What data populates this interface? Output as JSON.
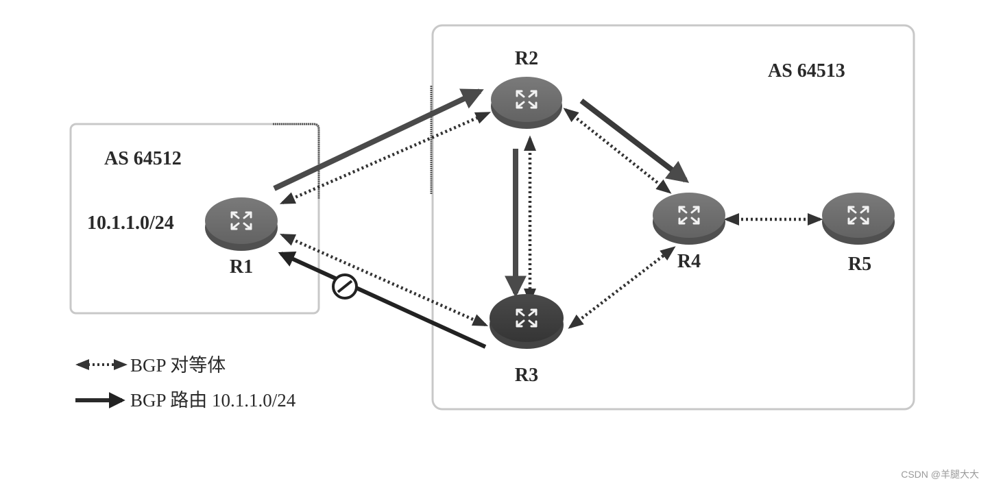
{
  "as_boxes": [
    {
      "id": "as64512",
      "label": "AS 64512"
    },
    {
      "id": "as64513",
      "label": "AS 64513"
    }
  ],
  "routers": [
    {
      "id": "R1",
      "label": "R1",
      "prefix": "10.1.1.0/24",
      "style": "normal"
    },
    {
      "id": "R2",
      "label": "R2",
      "style": "normal"
    },
    {
      "id": "R3",
      "label": "R3",
      "style": "dark"
    },
    {
      "id": "R4",
      "label": "R4",
      "style": "normal"
    },
    {
      "id": "R5",
      "label": "R5",
      "style": "normal"
    }
  ],
  "peerings": [
    {
      "from": "R1",
      "to": "R2",
      "type": "bgp-peer"
    },
    {
      "from": "R1",
      "to": "R3",
      "type": "bgp-peer"
    },
    {
      "from": "R2",
      "to": "R3",
      "type": "bgp-peer"
    },
    {
      "from": "R2",
      "to": "R4",
      "type": "bgp-peer"
    },
    {
      "from": "R3",
      "to": "R4",
      "type": "bgp-peer"
    },
    {
      "from": "R4",
      "to": "R5",
      "type": "bgp-peer"
    }
  ],
  "routes": [
    {
      "from": "R1",
      "to": "R2",
      "blocked": false
    },
    {
      "from": "R2",
      "to": "R3",
      "blocked": false
    },
    {
      "from": "R2",
      "to": "R4",
      "blocked": false
    },
    {
      "from": "R3",
      "to": "R1",
      "blocked": true
    }
  ],
  "legend": {
    "peer_label": "BGP 对等体",
    "route_label": "BGP 路由 10.1.1.0/24"
  },
  "colors": {
    "route": "#4a4a4a",
    "route_dark": "#222222",
    "peer": "#3c3c3c",
    "box_border": "#c8c8c8",
    "router_top": "#6e6e6e",
    "router_side": "#555555",
    "router_dark_top": "#3e3e3e"
  },
  "watermark": "CSDN @羊腿大大"
}
